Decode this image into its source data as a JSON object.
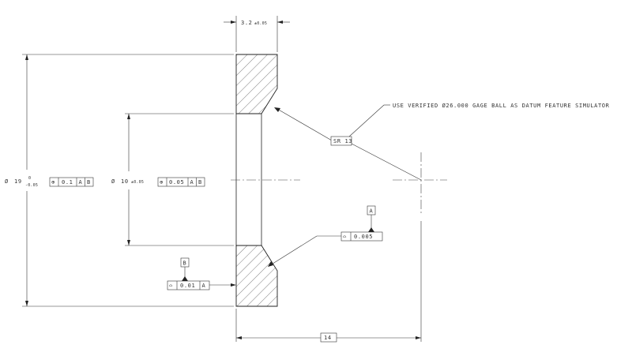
{
  "dimensions": {
    "thickness": {
      "nominal": "3.2",
      "tol": "±0.05"
    },
    "outer_diameter": {
      "symbol": "Ø",
      "nominal": "19",
      "upper": "0",
      "lower": "-0.05"
    },
    "inner_diameter": {
      "symbol": "Ø",
      "nominal": "10",
      "tol": "±0.05"
    },
    "sphere_radius": "SR 13",
    "distance": "14"
  },
  "fcf": {
    "outer_position": {
      "symbol": "⊕",
      "tolerance": "0.1",
      "datums": [
        "A",
        "B"
      ]
    },
    "inner_position": {
      "symbol": "⊕",
      "tolerance": "0.05",
      "datums": [
        "A",
        "B"
      ]
    },
    "surface_profile_a": {
      "symbol": "⌓",
      "tolerance": "0.005"
    },
    "surface_profile_b": {
      "symbol": "⌓",
      "tolerance": "0.01",
      "datums": [
        "A"
      ]
    }
  },
  "datum_labels": {
    "a": "A",
    "b": "B"
  },
  "note": "USE VERIFIED Ø26.000 GAGE BALL AS DATUM FEATURE SIMULATOR"
}
